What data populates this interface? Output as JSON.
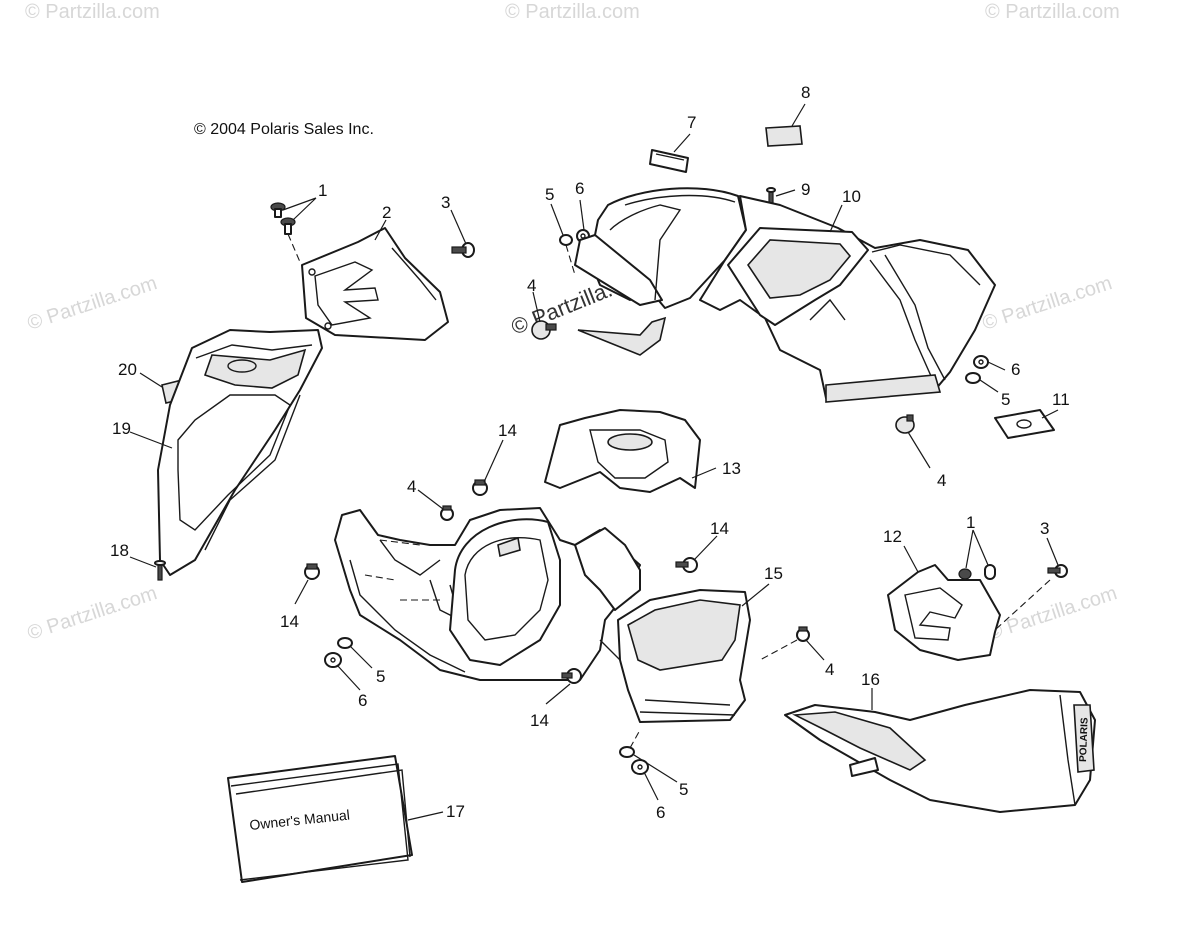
{
  "copyright": "© 2004 Polaris Sales Inc.",
  "watermark": "© Partzilla.com",
  "manual_label": "Owner's Manual",
  "seat_brand": "POLARIS",
  "callouts": {
    "c1a": "1",
    "c2": "2",
    "c3a": "3",
    "c4a": "4",
    "c5a": "5",
    "c6a": "6",
    "c7": "7",
    "c8": "8",
    "c9": "9",
    "c10": "10",
    "c6b": "6",
    "c5b": "5",
    "c11": "11",
    "c4b": "4",
    "c20": "20",
    "c19": "19",
    "c18": "18",
    "c14a": "14",
    "c4c": "4",
    "c13": "13",
    "c14b": "14",
    "c14c": "14",
    "c5c": "5",
    "c6c": "6",
    "c14d": "14",
    "c15": "15",
    "c4d": "4",
    "c12": "12",
    "c1b": "1",
    "c3b": "3",
    "c16": "16",
    "c5d": "5",
    "c6d": "6",
    "c17": "17"
  }
}
